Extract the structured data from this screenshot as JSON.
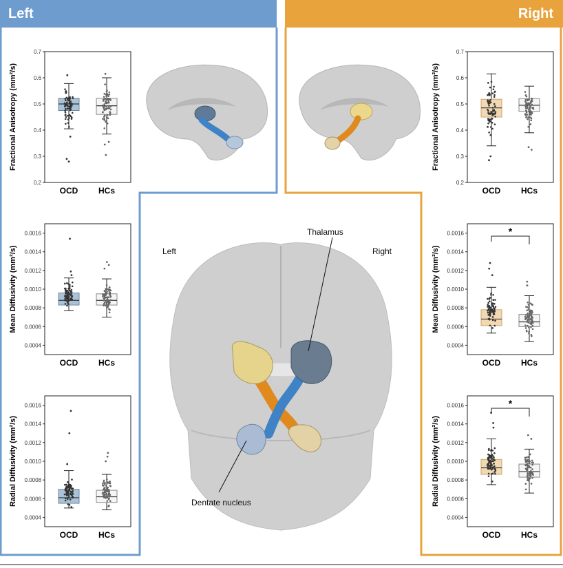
{
  "headers": {
    "left": "Left",
    "right": "Right"
  },
  "colors": {
    "left_accent": "#6e9cce",
    "right_accent": "#e8a33c",
    "ocd_left_box": "#a9c2d6",
    "ocd_right_box": "#f2d9b4",
    "hc_box": "#f5f5f5"
  },
  "brain_labels": {
    "left": "Left",
    "right": "Right",
    "thalamus": "Thalamus",
    "dentate": "Dentate nucleus"
  },
  "chart_data": [
    {
      "type": "box",
      "side": "Left",
      "ylabel": "Fractional Anisotropy (mm²/s)",
      "ylim": [
        0.2,
        0.7
      ],
      "yticks": [
        "0.2",
        "0.3",
        "0.4",
        "0.5",
        "0.6",
        "0.7"
      ],
      "categories": [
        "OCD",
        "HCs"
      ],
      "groups": [
        {
          "name": "OCD",
          "whisker_low": 0.405,
          "q1": 0.475,
          "median": 0.5,
          "q3": 0.522,
          "whisker_high": 0.578,
          "outliers": [
            0.28,
            0.29,
            0.375,
            0.61
          ]
        },
        {
          "name": "HCs",
          "whisker_low": 0.385,
          "q1": 0.46,
          "median": 0.493,
          "q3": 0.522,
          "whisker_high": 0.6,
          "outliers": [
            0.305,
            0.345,
            0.355,
            0.615
          ]
        }
      ],
      "significance": ""
    },
    {
      "type": "box",
      "side": "Left",
      "ylabel": "Mean Diffusivity (mm²/s)",
      "ylim": [
        0.0003,
        0.0017
      ],
      "yticks": [
        "0.0004",
        "0.0006",
        "0.0008",
        "0.0010",
        "0.0012",
        "0.0014",
        "0.0016"
      ],
      "categories": [
        "OCD",
        "HCs"
      ],
      "groups": [
        {
          "name": "OCD",
          "whisker_low": 0.00077,
          "q1": 0.00083,
          "median": 0.00088,
          "q3": 0.00096,
          "whisker_high": 0.00112,
          "outliers": [
            0.00154,
            0.00119,
            0.00115
          ]
        },
        {
          "name": "HCs",
          "whisker_low": 0.0007,
          "q1": 0.00083,
          "median": 0.00088,
          "q3": 0.00095,
          "whisker_high": 0.00111,
          "outliers": [
            0.00129,
            0.00126,
            0.00122
          ]
        }
      ],
      "significance": ""
    },
    {
      "type": "box",
      "side": "Left",
      "ylabel": "Radial Diffusivity (mm²/s)",
      "ylim": [
        0.0003,
        0.0017
      ],
      "yticks": [
        "0.0004",
        "0.0006",
        "0.0008",
        "0.0010",
        "0.0012",
        "0.0014",
        "0.0016"
      ],
      "categories": [
        "OCD",
        "HCs"
      ],
      "groups": [
        {
          "name": "OCD",
          "whisker_low": 0.0005,
          "q1": 0.00055,
          "median": 0.00061,
          "q3": 0.0007,
          "whisker_high": 0.0009,
          "outliers": [
            0.00154,
            0.0013,
            0.00097
          ]
        },
        {
          "name": "HCs",
          "whisker_low": 0.00048,
          "q1": 0.00056,
          "median": 0.00062,
          "q3": 0.00069,
          "whisker_high": 0.00086,
          "outliers": [
            0.00109,
            0.00105,
            0.001
          ]
        }
      ],
      "significance": ""
    },
    {
      "type": "box",
      "side": "Right",
      "ylabel": "Fractional Anisotropy (mm²/s)",
      "ylim": [
        0.2,
        0.7
      ],
      "yticks": [
        "0.2",
        "0.3",
        "0.4",
        "0.5",
        "0.6",
        "0.7"
      ],
      "categories": [
        "OCD",
        "HCs"
      ],
      "groups": [
        {
          "name": "OCD",
          "whisker_low": 0.34,
          "q1": 0.45,
          "median": 0.485,
          "q3": 0.518,
          "whisker_high": 0.615,
          "outliers": [
            0.285,
            0.3
          ]
        },
        {
          "name": "HCs",
          "whisker_low": 0.39,
          "q1": 0.472,
          "median": 0.495,
          "q3": 0.52,
          "whisker_high": 0.568,
          "outliers": [
            0.325,
            0.335
          ]
        }
      ],
      "significance": ""
    },
    {
      "type": "box",
      "side": "Right",
      "ylabel": "Mean Diffusivity (mm²/s)",
      "ylim": [
        0.0003,
        0.0017
      ],
      "yticks": [
        "0.0004",
        "0.0006",
        "0.0008",
        "0.0010",
        "0.0012",
        "0.0014",
        "0.0016"
      ],
      "categories": [
        "OCD",
        "HCs"
      ],
      "groups": [
        {
          "name": "OCD",
          "whisker_low": 0.00053,
          "q1": 0.00061,
          "median": 0.00068,
          "q3": 0.00078,
          "whisker_high": 0.00102,
          "outliers": [
            0.00128,
            0.00122,
            0.00115
          ]
        },
        {
          "name": "HCs",
          "whisker_low": 0.00044,
          "q1": 0.0006,
          "median": 0.00065,
          "q3": 0.00073,
          "whisker_high": 0.00093,
          "outliers": [
            0.00108,
            0.00104
          ]
        }
      ],
      "significance": "*"
    },
    {
      "type": "box",
      "side": "Right",
      "ylabel": "Radial Diffusivity (mm²/s)",
      "ylim": [
        0.0003,
        0.0017
      ],
      "yticks": [
        "0.0004",
        "0.0006",
        "0.0008",
        "0.0010",
        "0.0012",
        "0.0014",
        "0.0016"
      ],
      "categories": [
        "OCD",
        "HCs"
      ],
      "groups": [
        {
          "name": "OCD",
          "whisker_low": 0.00075,
          "q1": 0.00086,
          "median": 0.00093,
          "q3": 0.00102,
          "whisker_high": 0.00124,
          "outliers": [
            0.00152,
            0.00141,
            0.00136
          ]
        },
        {
          "name": "HCs",
          "whisker_low": 0.00066,
          "q1": 0.00083,
          "median": 0.00089,
          "q3": 0.00097,
          "whisker_high": 0.00113,
          "outliers": [
            0.00128,
            0.00124
          ]
        }
      ],
      "significance": "*"
    }
  ]
}
